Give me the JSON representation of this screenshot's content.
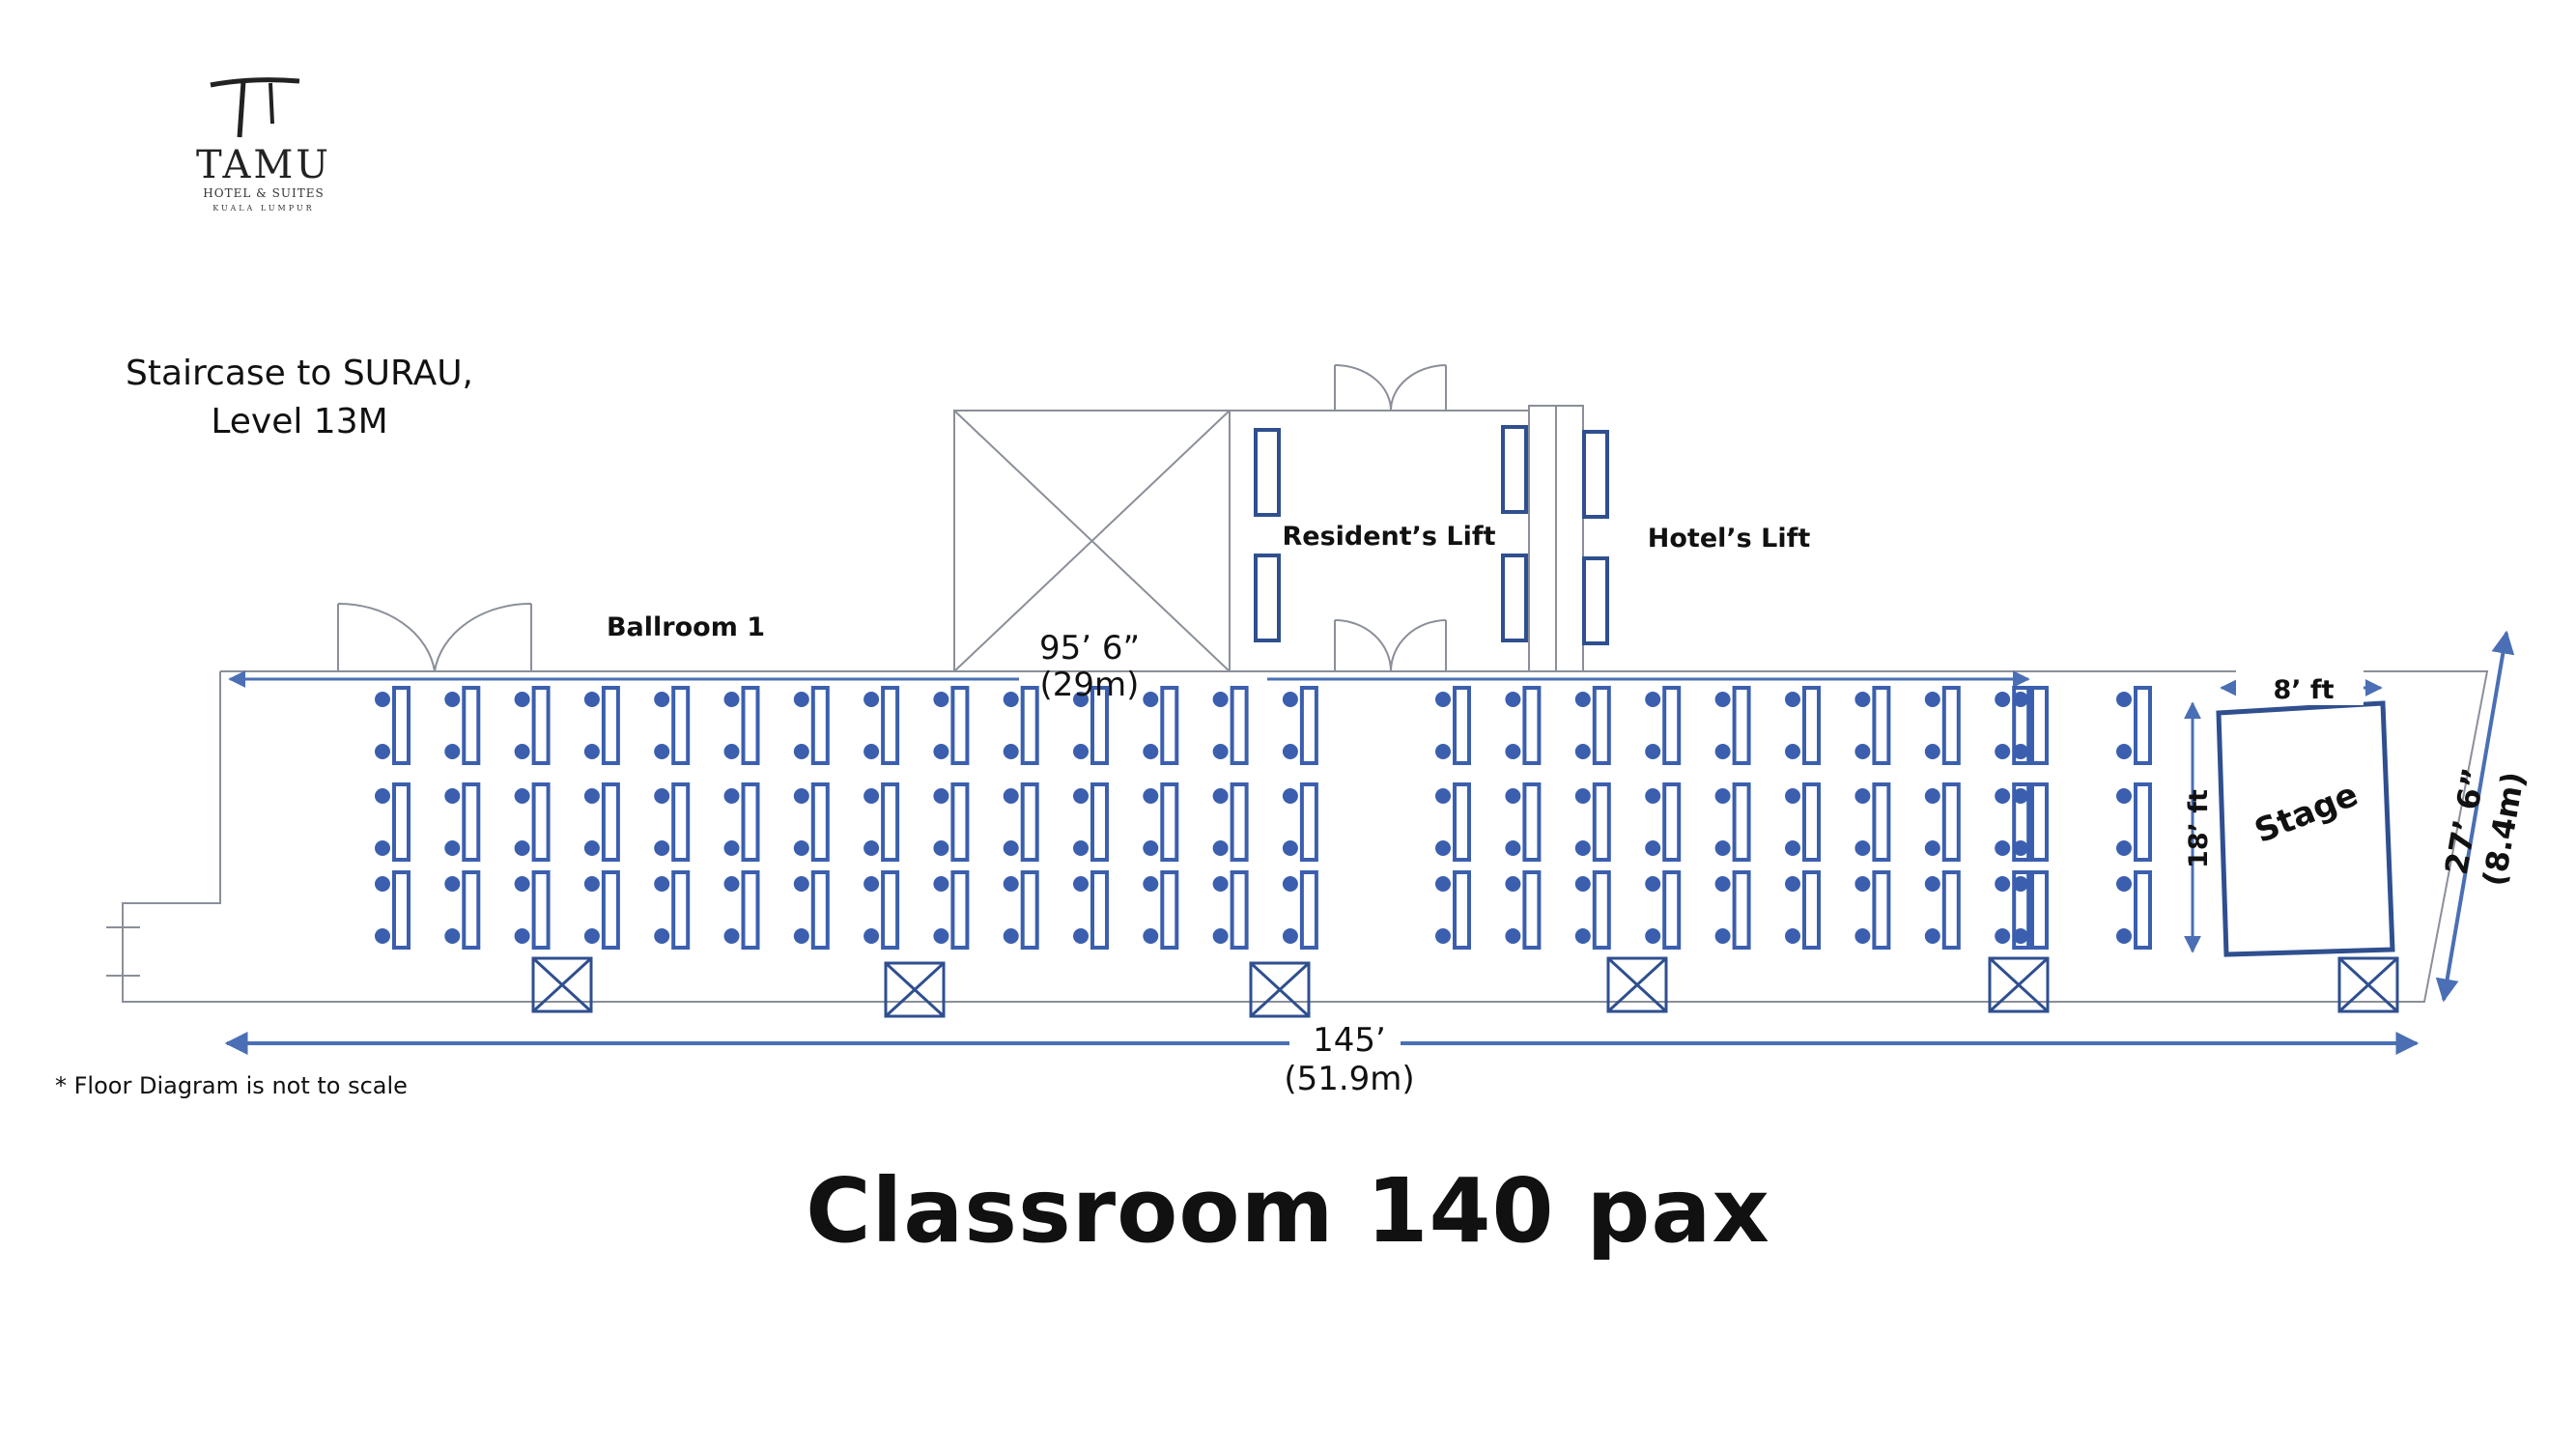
{
  "logo": {
    "name": "TAMU",
    "subtitle": "HOTEL & SUITES",
    "location": "KUALA LUMPUR"
  },
  "staircase_label": {
    "line1": "Staircase to SURAU,",
    "line2": "Level 13M"
  },
  "rooms": {
    "ballroom": "Ballroom 1",
    "resident_lift": "Resident’s Lift",
    "hotel_lift": "Hotel’s Lift",
    "stage": "Stage"
  },
  "dimensions": {
    "inner_length": "95’ 6”",
    "inner_length_m": "(29m)",
    "total_length": "145’",
    "total_length_m": "(51.9m)",
    "width": "27’ 6”",
    "width_m": "(8.4m)",
    "stage_width": "8’ ft",
    "stage_depth": "18’ ft"
  },
  "footnote": "* Floor Diagram is not to scale",
  "title": "Classroom  140 pax",
  "seating": {
    "rows": 3,
    "columns": 25
  },
  "colors": {
    "seat_blue": "#3b5fae",
    "line_blue": "#4a6fb5",
    "wall_gray": "#8a8f99",
    "text_dark": "#111111"
  }
}
